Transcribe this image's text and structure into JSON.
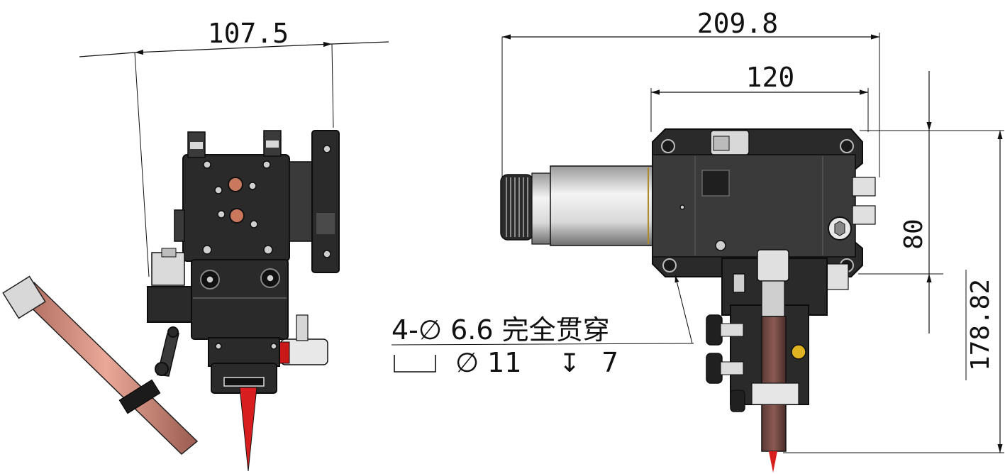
{
  "dimensions": {
    "left_width": "107.5",
    "overall_length": "209.8",
    "body_length": "120",
    "body_height": "80",
    "overall_height": "178.82"
  },
  "hole_note": {
    "line1": "4-∅ 6.6 完全贯穿",
    "line2_counterbore": "⌴",
    "line2_diameter": "∅ 11",
    "line2_depth_symbol": "↧",
    "line2_depth": "7"
  },
  "colors": {
    "body": "#2a2a2a",
    "copper_tube": "#d08a7a",
    "nozzle_red": "#d81e1e",
    "lens_cylinder": "#e6e6e6",
    "fitting_red": "#c81818"
  }
}
